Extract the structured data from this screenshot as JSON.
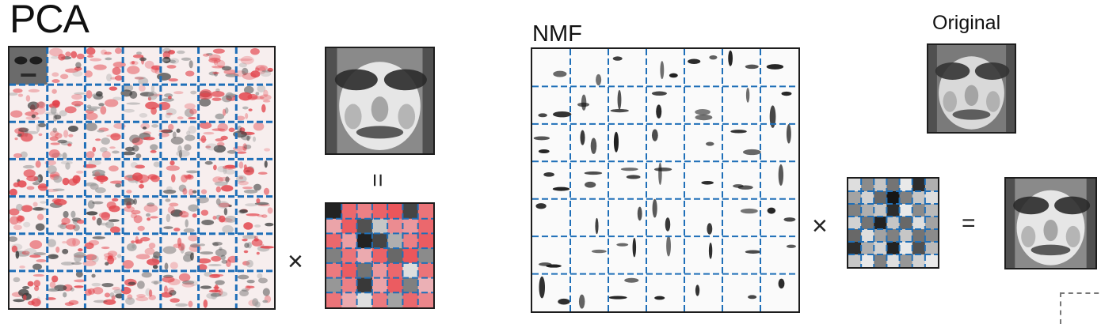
{
  "labels": {
    "pca": "PCA",
    "nmf": "NMF",
    "original": "Original"
  },
  "operators": {
    "pca_times": "×",
    "pca_equals": "=",
    "nmf_times": "×",
    "nmf_equals": "="
  },
  "icons": {
    "basis_grid": "face-basis-grid-image",
    "face": "face-image",
    "coeff_grid": "coefficient-matrix-image"
  },
  "colors": {
    "grid_line": "#1f6fb8",
    "pca_tint": "#e2424a",
    "frame": "#1d1d1d"
  },
  "pca_coefficients": [
    [
      0.9,
      0.8,
      0.6,
      0.85,
      0.95,
      0.75,
      0.7
    ],
    [
      0.3,
      0.9,
      0.7,
      0.2,
      0.5,
      0.4,
      0.8
    ],
    [
      0.8,
      0.35,
      0.9,
      0.75,
      0.3,
      0.6,
      0.9
    ],
    [
      0.5,
      0.7,
      0.25,
      0.85,
      0.6,
      0.95,
      0.45
    ],
    [
      0.65,
      0.9,
      0.55,
      0.4,
      0.8,
      0.1,
      0.7
    ],
    [
      0.4,
      0.6,
      0.8,
      0.3,
      0.9,
      0.5,
      0.2
    ],
    [
      0.7,
      0.25,
      0.1,
      0.65,
      0.35,
      0.8,
      0.55
    ]
  ],
  "pca_coefficient_signs": [
    [
      0,
      1,
      1,
      1,
      1,
      0,
      1
    ],
    [
      1,
      1,
      0,
      0,
      1,
      1,
      1
    ],
    [
      1,
      1,
      0,
      0,
      0,
      1,
      1
    ],
    [
      0,
      1,
      1,
      1,
      0,
      1,
      0
    ],
    [
      1,
      1,
      0,
      1,
      1,
      0,
      1
    ],
    [
      0,
      1,
      0,
      1,
      1,
      0,
      1
    ],
    [
      1,
      1,
      0,
      1,
      0,
      1,
      1
    ]
  ],
  "nmf_coefficients": [
    [
      0.1,
      0.45,
      0.2,
      0.55,
      0.05,
      0.85,
      0.3
    ],
    [
      0.35,
      0.15,
      0.6,
      0.95,
      0.5,
      0.2,
      0.1
    ],
    [
      0.5,
      0.3,
      0.2,
      0.85,
      0.05,
      0.45,
      0.25
    ],
    [
      0.15,
      0.55,
      0.9,
      0.2,
      0.6,
      0.1,
      0.35
    ],
    [
      0.6,
      0.1,
      0.35,
      0.5,
      0.2,
      0.55,
      0.45
    ],
    [
      0.85,
      0.3,
      0.15,
      0.9,
      0.05,
      0.7,
      0.25
    ],
    [
      0.2,
      0.05,
      0.5,
      0.1,
      0.4,
      0.15,
      0.05
    ]
  ]
}
